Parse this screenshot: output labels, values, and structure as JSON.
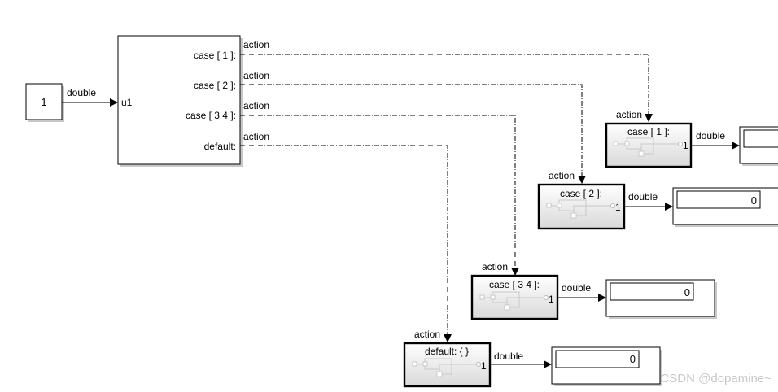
{
  "constant": {
    "value": "1"
  },
  "switch_case": {
    "input_port": "u1"
  },
  "labels": {
    "signal_type": "double",
    "action": "action"
  },
  "cases": [
    {
      "port_label": "case [ 1 ]:",
      "subsystem_title": "case [ 1 ]:",
      "out_port": "1",
      "display_value": ""
    },
    {
      "port_label": "case [ 2 ]:",
      "subsystem_title": "case [ 2 ]:",
      "out_port": "1",
      "display_value": "0"
    },
    {
      "port_label": "case [ 3 4 ]:",
      "subsystem_title": "case [ 3 4 ]:",
      "out_port": "1",
      "display_value": "0"
    },
    {
      "port_label": "default:",
      "subsystem_title": "default: { }",
      "out_port": "1",
      "display_value": "0"
    }
  ],
  "watermark": "CSDN @dopamine~"
}
